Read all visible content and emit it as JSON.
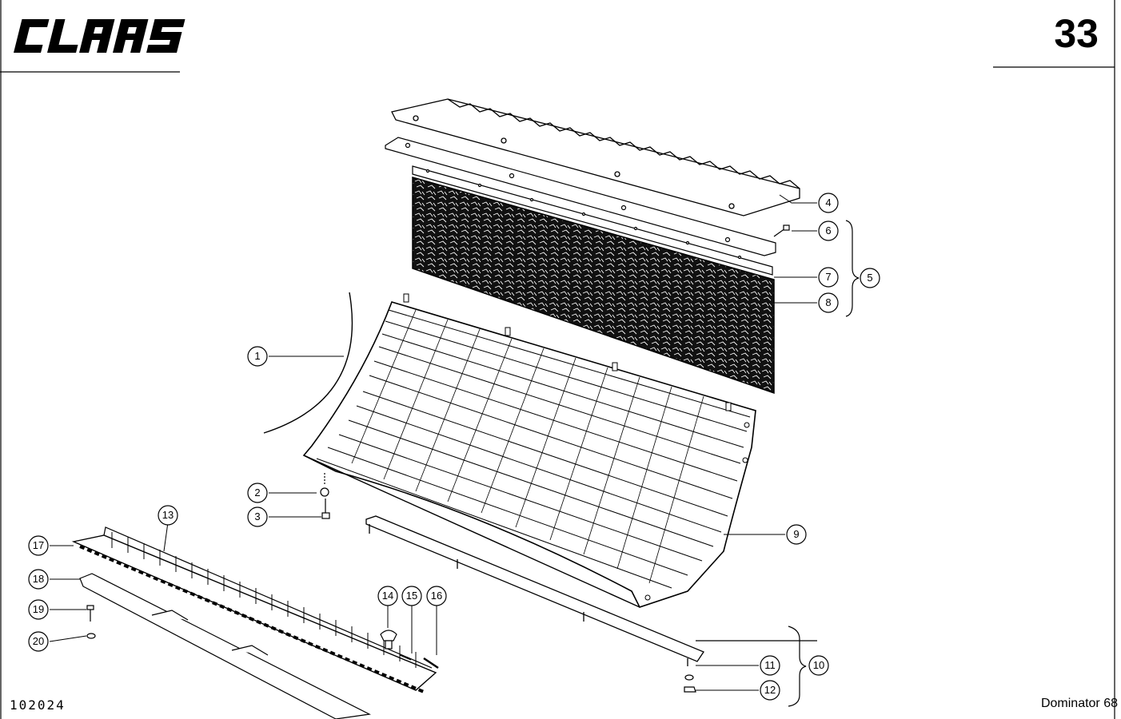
{
  "header": {
    "brand": "CLAAS",
    "page_number": "33"
  },
  "footer": {
    "drawing_number": "102024",
    "model": "Dominator 68"
  },
  "callouts": [
    {
      "id": "c1",
      "label": "1"
    },
    {
      "id": "c2",
      "label": "2"
    },
    {
      "id": "c3",
      "label": "3"
    },
    {
      "id": "c4",
      "label": "4"
    },
    {
      "id": "c5",
      "label": "5"
    },
    {
      "id": "c6",
      "label": "6"
    },
    {
      "id": "c7",
      "label": "7"
    },
    {
      "id": "c8",
      "label": "8"
    },
    {
      "id": "c9",
      "label": "9"
    },
    {
      "id": "c10",
      "label": "10"
    },
    {
      "id": "c11",
      "label": "11"
    },
    {
      "id": "c12",
      "label": "12"
    },
    {
      "id": "c13",
      "label": "13"
    },
    {
      "id": "c14",
      "label": "14"
    },
    {
      "id": "c15",
      "label": "15"
    },
    {
      "id": "c16",
      "label": "16"
    },
    {
      "id": "c17",
      "label": "17"
    },
    {
      "id": "c18",
      "label": "18"
    },
    {
      "id": "c19",
      "label": "19"
    },
    {
      "id": "c20",
      "label": "20"
    }
  ]
}
